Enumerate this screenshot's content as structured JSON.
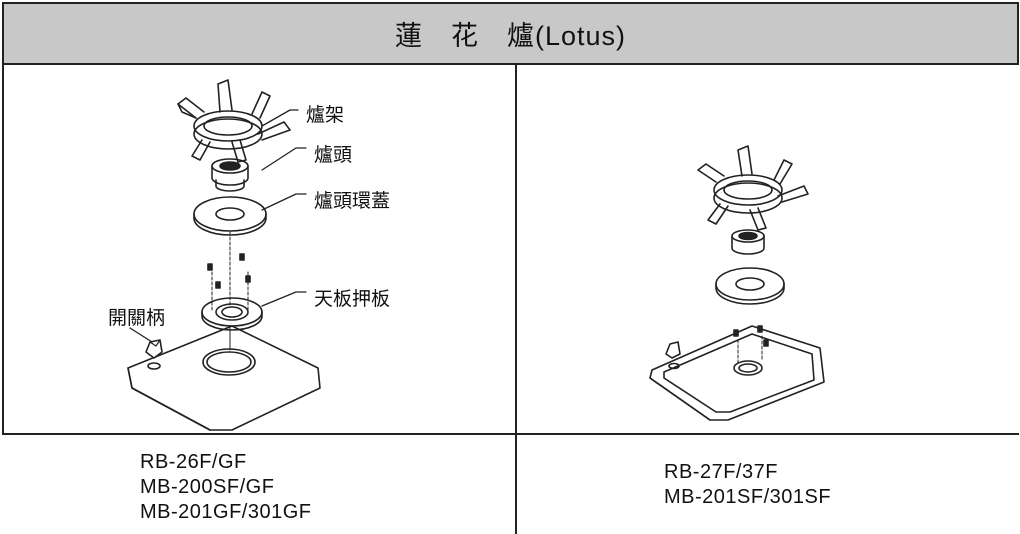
{
  "header": {
    "title": "蓮　花　爐(Lotus)"
  },
  "left_diagram": {
    "labels": {
      "burner_rack": "爐架",
      "burner_head": "爐頭",
      "burner_cap_ring": "爐頭環蓋",
      "top_plate_clamp": "天板押板",
      "switch_knob": "開關柄"
    }
  },
  "models": {
    "left": [
      "RB-26F/GF",
      "MB-200SF/GF",
      "MB-201GF/301GF"
    ],
    "right": [
      "RB-27F/37F",
      "MB-201SF/301SF"
    ]
  }
}
